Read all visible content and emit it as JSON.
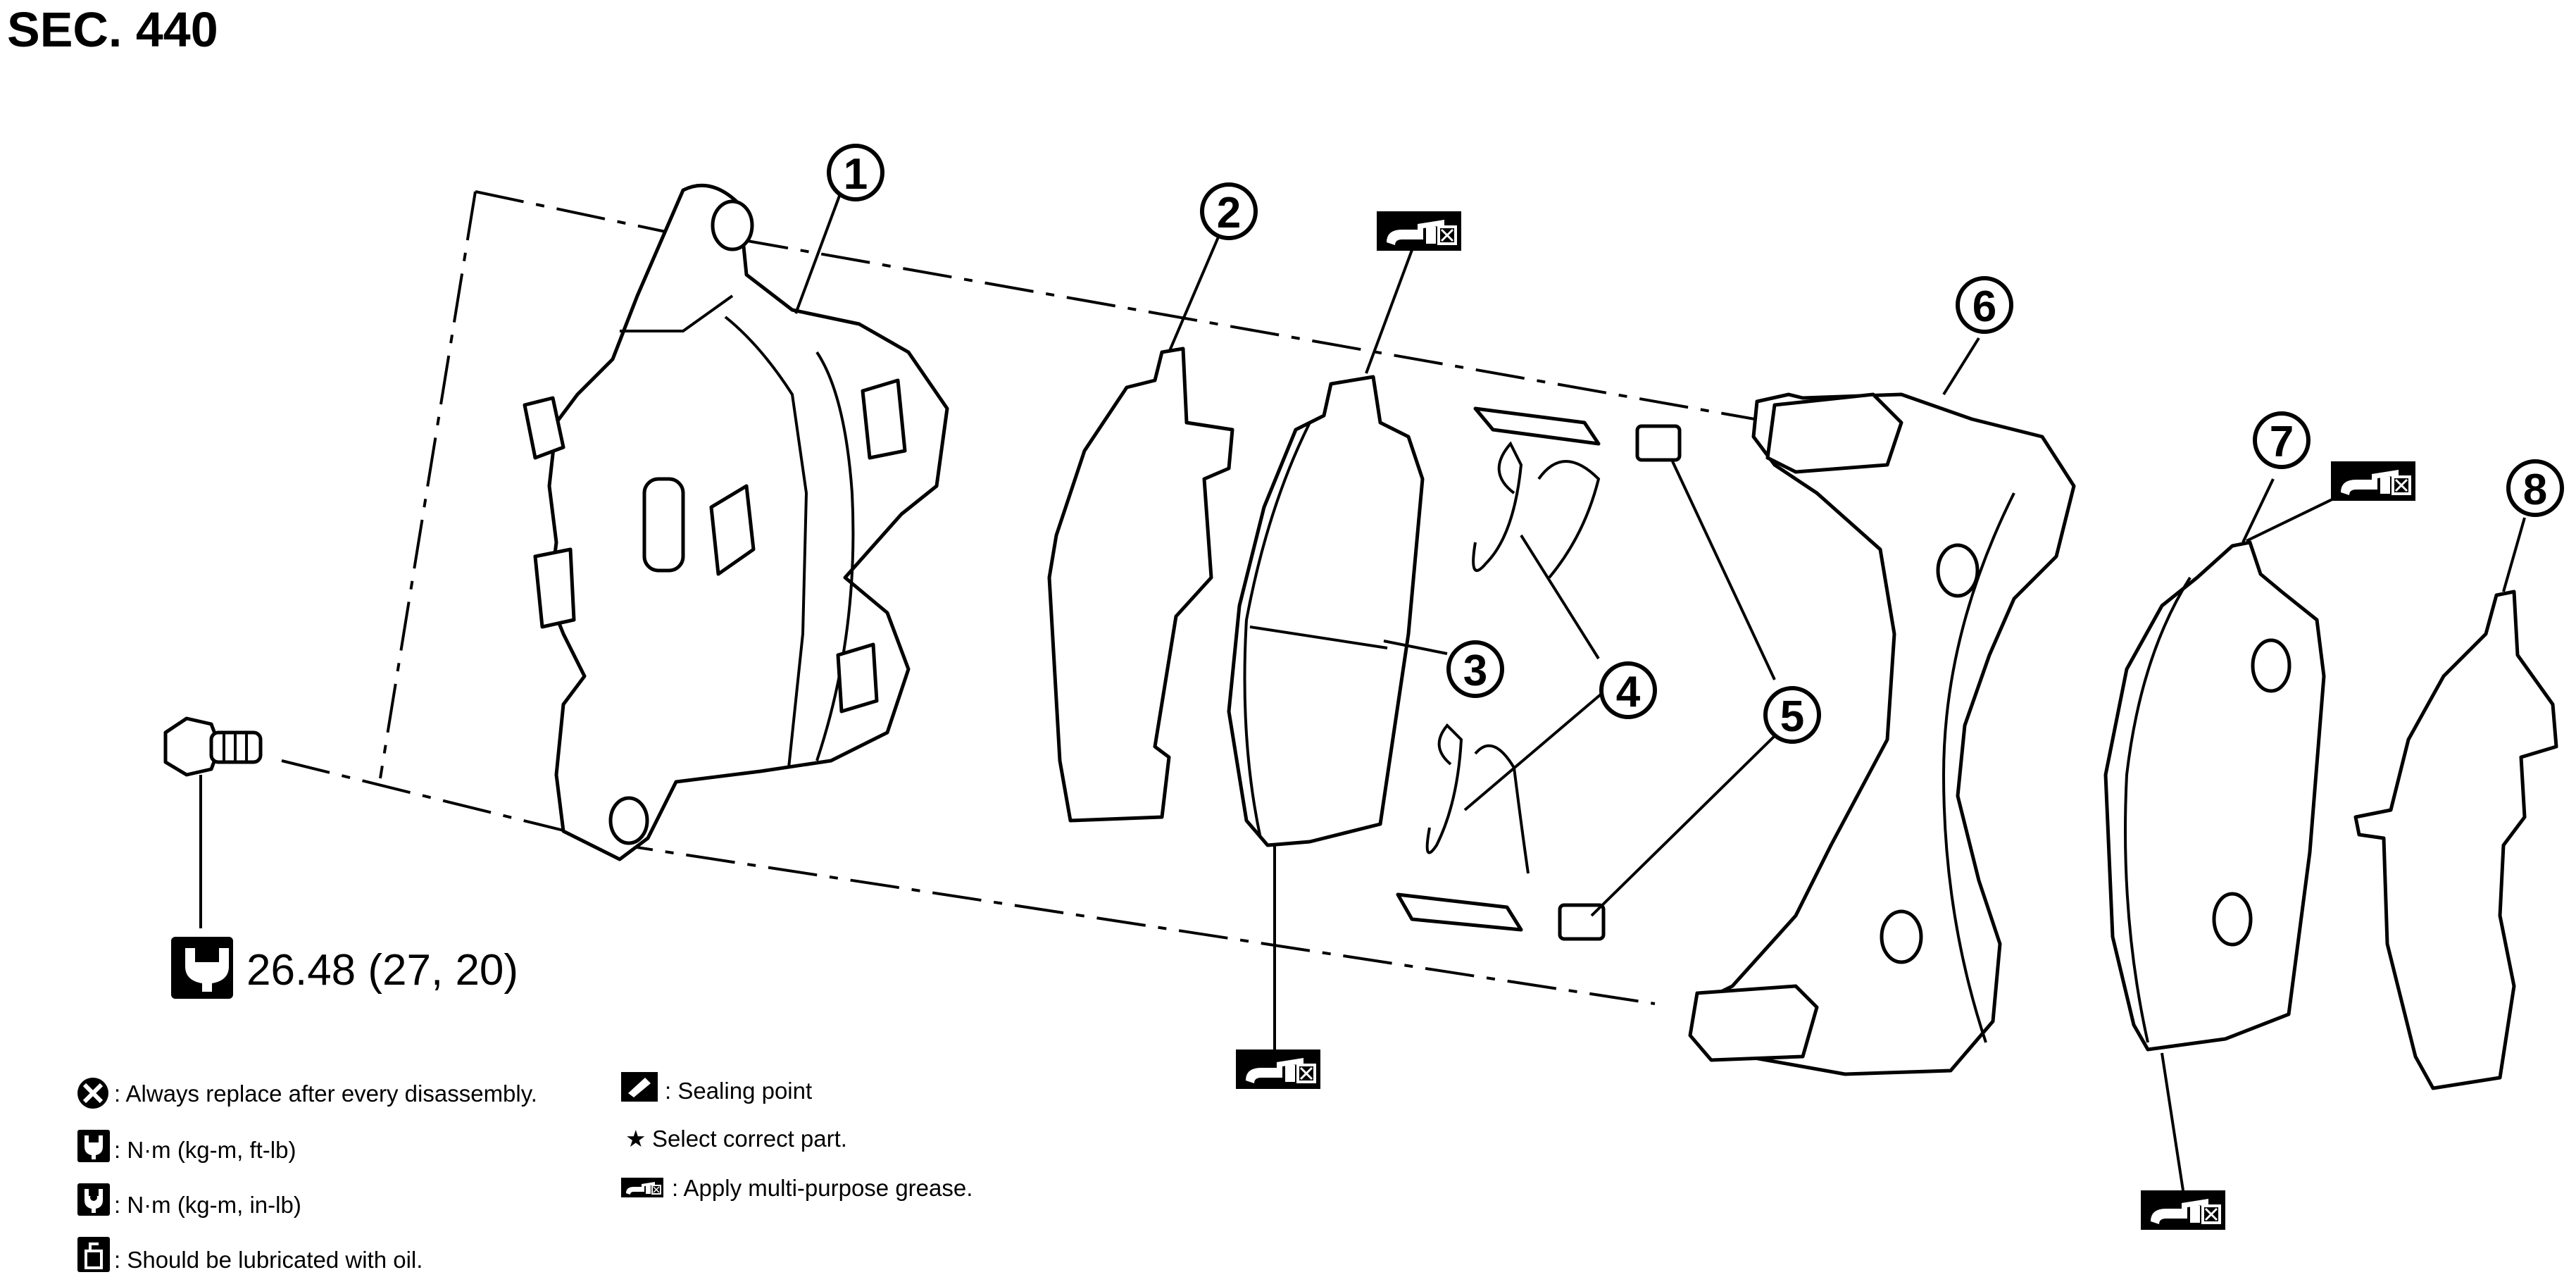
{
  "title": "SEC. 440",
  "callouts": [
    "1",
    "2",
    "3",
    "4",
    "5",
    "6",
    "7",
    "8"
  ],
  "torque": "26.48 (27, 20)",
  "legend": {
    "replace": ": Always replace after every disassembly.",
    "torque_ftlb": ": N·m (kg-m, ft-lb)",
    "torque_inlb": ": N·m (kg-m, in-lb)",
    "oil": ": Should be lubricated with oil.",
    "sealing": ": Sealing point",
    "select": "Select correct part.",
    "grease": ": Apply multi-purpose grease."
  },
  "icons": {
    "wrench": "wrench-icon",
    "replace": "replace-x-icon",
    "oil": "oil-can-icon",
    "sealing": "sealing-icon",
    "star": "star-icon",
    "grease": "grease-gun-icon"
  }
}
